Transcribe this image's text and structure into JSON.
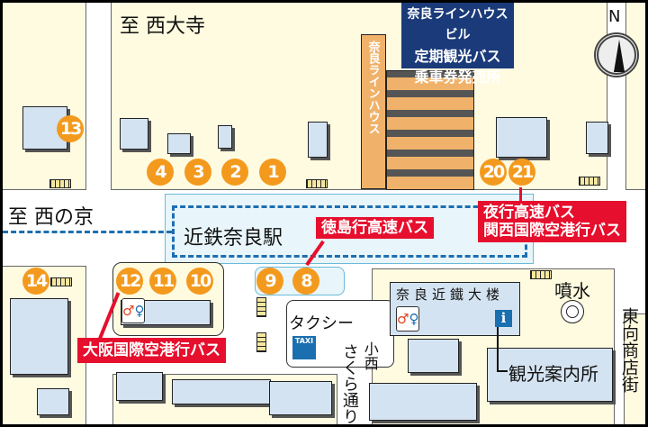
{
  "directions": {
    "north_top": "至 西大寺",
    "west": "至 西の京"
  },
  "station": {
    "name": "近鉄奈良駅"
  },
  "building_sign": {
    "lines": [
      "奈良ラインハウスビル",
      "定期観光バス",
      "乗車券発売所"
    ],
    "vertical_sign": "奈良ラインハウス"
  },
  "compass": {
    "label": "N"
  },
  "bus_stops": [
    "1",
    "2",
    "3",
    "4",
    "8",
    "9",
    "10",
    "11",
    "12",
    "13",
    "14",
    "20",
    "21"
  ],
  "callouts": {
    "tokushima": "徳島行高速バス",
    "night_bus": [
      "夜行高速バス",
      "関西国際空港行バス"
    ],
    "osaka_airport": "大阪国際空港行バス"
  },
  "labels": {
    "taxi": "タクシー",
    "taxi_icon": "TAXI",
    "kintetsu_building": "奈良近鐵大楼",
    "fountain": "噴水",
    "tourist_info": "観光案内所",
    "konishi": "小西",
    "sakura_street": "さくら通り",
    "higashimuki": "東向商店街",
    "info_icon": "i"
  },
  "colors": {
    "bus_stop": "#f39a1e",
    "callout": "#e60f2d",
    "sign": "#1a3a7a",
    "building": "#d4e3f1",
    "block": "#fffbe0",
    "station": "#e8f5fb"
  },
  "icons": [
    "restroom-icon",
    "info-icon",
    "taxi-icon",
    "compass-icon",
    "fountain-icon"
  ]
}
